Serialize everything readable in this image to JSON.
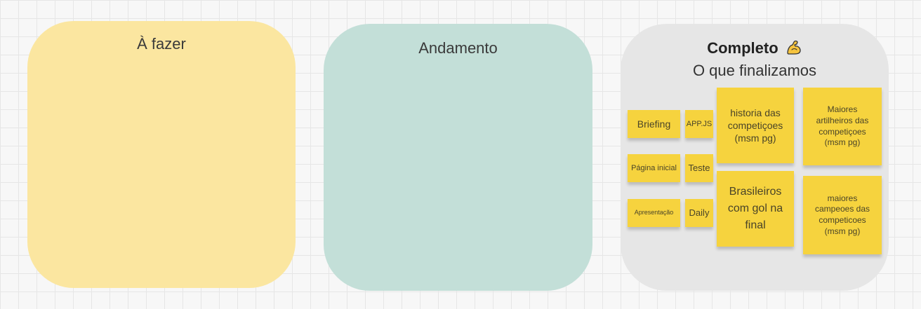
{
  "columns": {
    "todo": {
      "title": "À fazer",
      "bg_color": "#fbe6a0"
    },
    "in_progress": {
      "title": "Andamento",
      "bg_color": "#c3dfd8"
    },
    "done": {
      "title": "Completo",
      "title_emoji": "flexed-biceps-icon",
      "subtitle": "O que finalizamos",
      "bg_color": "#e6e6e6"
    }
  },
  "sticky_color": "#f6d33e",
  "stickies": [
    {
      "id": "briefing",
      "text": "Briefing"
    },
    {
      "id": "appjs",
      "text": "APP.JS"
    },
    {
      "id": "historia",
      "text": "historia das competiçoes (msm pg)"
    },
    {
      "id": "artilheiros",
      "text": "Maiores artilheiros das competiçoes (msm pg)"
    },
    {
      "id": "pagina-inicial",
      "text": "Página inicial"
    },
    {
      "id": "teste",
      "text": "Teste"
    },
    {
      "id": "brasileiros",
      "text": "Brasileiros com gol na final"
    },
    {
      "id": "apresentacao",
      "text": "Apresentação"
    },
    {
      "id": "daily",
      "text": "Daily"
    },
    {
      "id": "campeoes",
      "text": "maiores campeoes das competicoes (msm pg)"
    }
  ]
}
